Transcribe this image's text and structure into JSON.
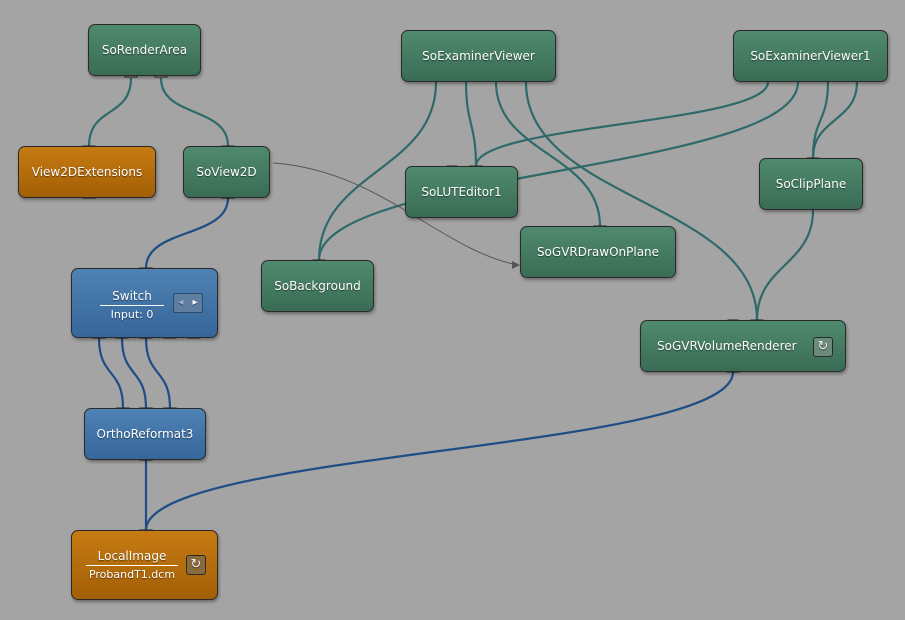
{
  "nodes": {
    "so_render_area": "SoRenderArea",
    "view2d_extensions": "View2DExtensions",
    "so_view2d": "SoView2D",
    "so_examiner_viewer": "SoExaminerViewer",
    "so_examiner_viewer1": "SoExaminerViewer1",
    "so_lut_editor1": "SoLUTEditor1",
    "so_clip_plane": "SoClipPlane",
    "so_gvr_draw_on_plane": "SoGVRDrawOnPlane",
    "so_background": "SoBackground",
    "switch": {
      "title": "Switch",
      "sub": "Input: 0"
    },
    "so_gvr_volume_renderer": "SoGVRVolumeRenderer",
    "ortho_reformat3": "OrthoReformat3",
    "local_image": {
      "title": "LocalImage",
      "sub": "ProbandT1.dcm"
    }
  },
  "icons": {
    "refresh": "↻",
    "prev": "◂",
    "next": "▸"
  },
  "colors": {
    "scene_link": "#2f6a6a",
    "image_link": "#1f4d86",
    "module_green": "#3f7560",
    "module_orange": "#b56c0c",
    "module_blue": "#3f73a6"
  }
}
